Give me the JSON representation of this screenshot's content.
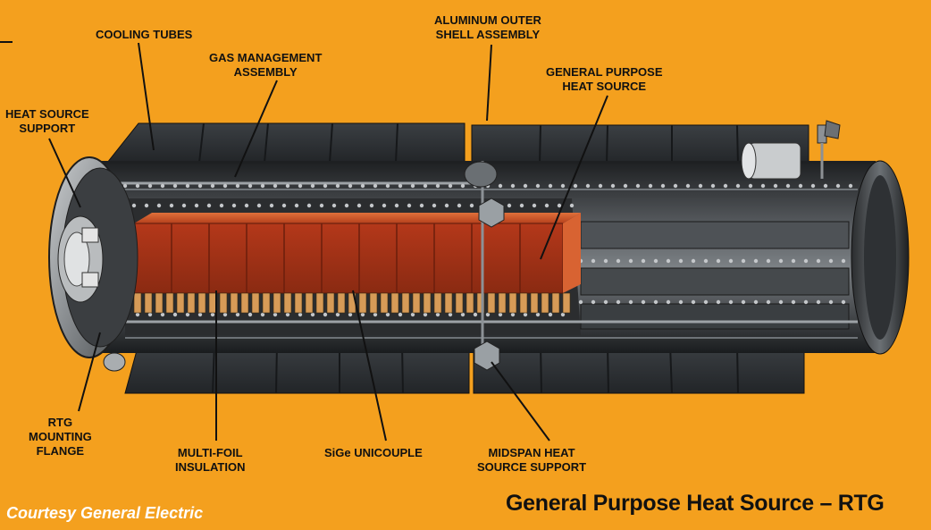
{
  "title": "General Purpose Heat Source – RTG",
  "credit": "Courtesy General Electric",
  "colors": {
    "background": "#f4a01e",
    "heat_source": "#b0391c",
    "housing": "#3a3d40",
    "fins": "#2a2d30"
  },
  "labels": {
    "cooling_tubes": [
      "COOLING TUBES"
    ],
    "gas_management": [
      "GAS MANAGEMENT",
      "ASSEMBLY"
    ],
    "aluminum_shell": [
      "ALUMINUM OUTER",
      "SHELL ASSEMBLY"
    ],
    "general_purpose": [
      "GENERAL PURPOSE",
      "HEAT SOURCE"
    ],
    "heat_source_support": [
      "HEAT SOURCE",
      "SUPPORT"
    ],
    "mounting_flange": [
      "RTG",
      "MOUNTING",
      "FLANGE"
    ],
    "multifoil": [
      "MULTI-FOIL",
      "INSULATION"
    ],
    "unicouple": [
      "SiGe UNICOUPLE"
    ],
    "midspan": [
      "MIDSPAN HEAT",
      "SOURCE SUPPORT"
    ]
  }
}
